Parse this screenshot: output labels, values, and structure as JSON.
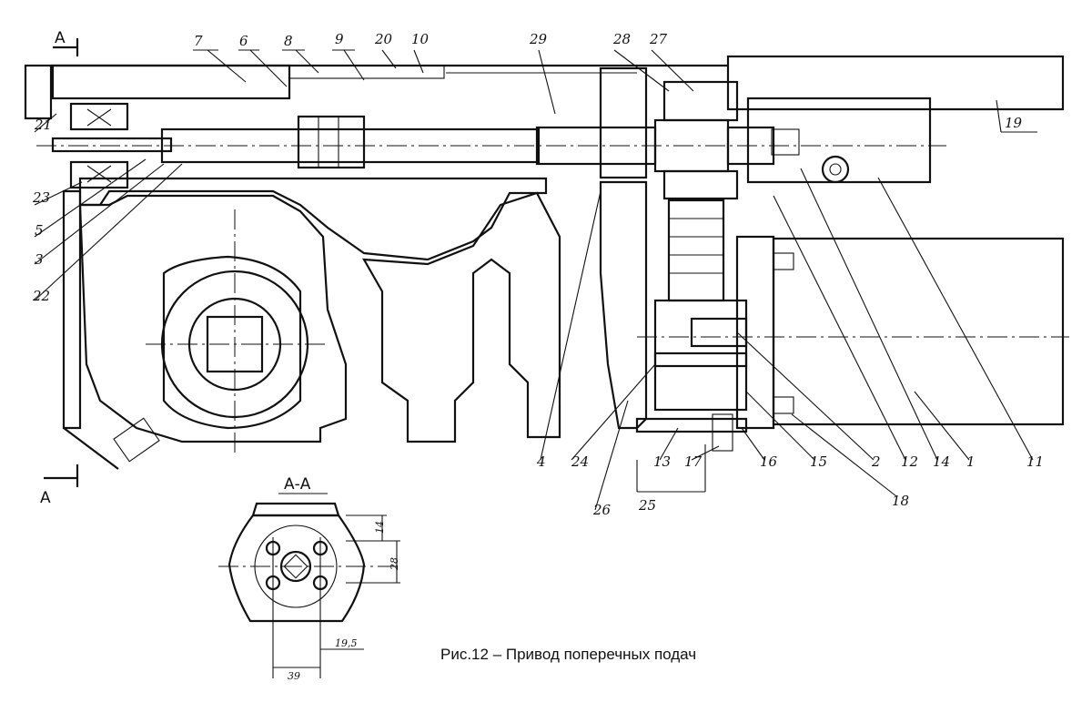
{
  "caption": "Рис.12 – Привод поперечных подач",
  "section_marks": {
    "top": "A",
    "bottom": "A",
    "view_title": "А-А"
  },
  "dimensions": {
    "d14": "14",
    "d28": "28",
    "d39": "39",
    "d19_5": "19,5"
  },
  "callouts": [
    "7",
    "6",
    "8",
    "9",
    "20",
    "10",
    "29",
    "28",
    "27",
    "19",
    "21",
    "23",
    "5",
    "3",
    "22",
    "4",
    "24",
    "26",
    "13",
    "25",
    "17",
    "16",
    "15",
    "18",
    "2",
    "12",
    "14",
    "1",
    "11"
  ]
}
